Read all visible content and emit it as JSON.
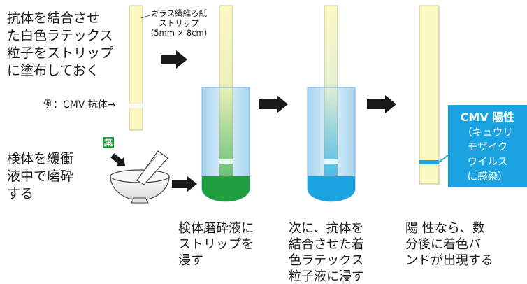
{
  "colors": {
    "strip": "#fbf7c0",
    "tube_liquid_green": "#1f9e3e",
    "tube_liquid_blue": "#1aa3e0",
    "tube_glass": "#c5e3f5",
    "band_white": "#ffffff",
    "band_blue": "#1aa3e0",
    "arrow": "#1a1a1a",
    "leaf_badge": "#1e9e3a",
    "result_badge": "#1aa3e0"
  },
  "step1": {
    "text": "抗体を結合させ\nた白色ラテックス\n粒子をストリップ\nに塗布しておく",
    "strip_label": "ガラス繊維ろ紙\nストリップ\n(5mm × 8cm)",
    "example": "例：CMV 抗体→"
  },
  "sample": {
    "text": "検体を緩衝\n液中で磨砕\nする",
    "leaf_char": "葉"
  },
  "captions": {
    "step2": "検体磨砕液に\nストリップを\n浸す",
    "step3": "次に、抗体を\n結合させた着\n色ラテックス\n粒子液に浸す",
    "step4": "陽 性なら、数\n分後に着色バ\nンドが出現する"
  },
  "result": {
    "title": "CMV 陽性",
    "detail": "（キュウリ\nモザイク\nウイルス\nに感染）"
  },
  "icons": [
    "arrow-right-icon",
    "mortar-pestle-icon",
    "leaf-icon"
  ]
}
